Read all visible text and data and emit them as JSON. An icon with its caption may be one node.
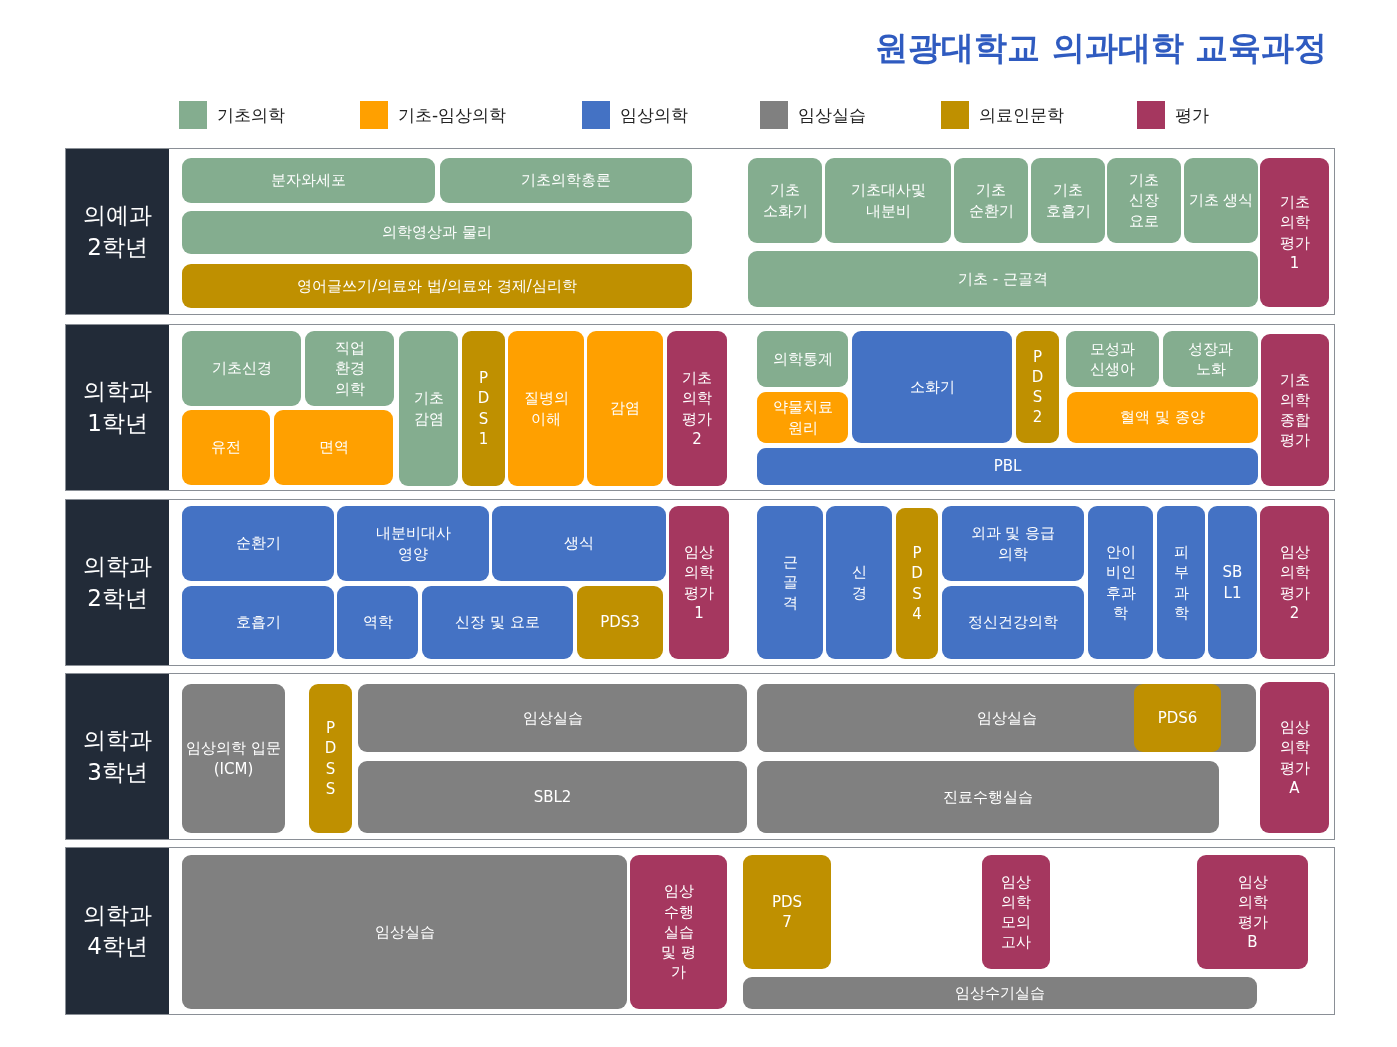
{
  "diagram": {
    "title": "원광대학교 의과대학 교육과정",
    "nodes": [
      {
        "text": [
          "의예과 2학년"
        ]
      },
      {
        "text": [
          "분자와세포"
        ],
        "in": 0
      },
      {
        "text": [
          "기초의학총론"
        ],
        "in": 0
      },
      {
        "text": [
          "의학영상과 물리"
        ],
        "in": 0
      },
      {
        "text": [
          "영어글쓰기/의료와 법/의료와 경제/심리학"
        ],
        "in": 0
      },
      {
        "text": [
          "기초 소화기"
        ],
        "in": 0
      },
      {
        "text": [
          "기초대사및 내분비"
        ],
        "in": 0
      },
      {
        "text": [
          "기초 순환기"
        ],
        "in": 0
      },
      {
        "text": [
          "기초 호흡기"
        ],
        "in": 0
      },
      {
        "text": [
          "기초 신장 요로"
        ],
        "in": 0
      },
      {
        "text": [
          "기초 생식"
        ],
        "in": 0
      },
      {
        "text": [
          "기초 - 근골격"
        ],
        "in": 0
      },
      {
        "text": [
          "기초 의학 평가 1"
        ],
        "in": 0
      },
      {
        "text": [
          "의학과 1학년"
        ]
      },
      {
        "text": [
          "기초신경"
        ],
        "in": 13
      },
      {
        "text": [
          "직업 환경 의학"
        ],
        "in": 13
      },
      {
        "text": [
          "유전"
        ],
        "in": 13
      },
      {
        "text": [
          "면역"
        ],
        "in": 13
      },
      {
        "text": [
          "기초 감염"
        ],
        "in": 13
      },
      {
        "text": [
          "PDS1"
        ],
        "in": 13
      },
      {
        "text": [
          "질병의 이해"
        ],
        "in": 13
      },
      {
        "text": [
          "감염"
        ],
        "in": 13
      },
      {
        "text": [
          "기초 의학 평가 2"
        ],
        "in": 13
      },
      {
        "text": [
          "의학통계"
        ],
        "in": 13
      },
      {
        "text": [
          "약물치료 원리"
        ],
        "in": 13
      },
      {
        "text": [
          "소화기"
        ],
        "in": 13
      },
      {
        "text": [
          "PDS2"
        ],
        "in": 13
      },
      {
        "text": [
          "모성과 신생아"
        ],
        "in": 13
      },
      {
        "text": [
          "성장과 노화"
        ],
        "in": 13
      },
      {
        "text": [
          "혈액 및 종양"
        ],
        "in": 13
      },
      {
        "text": [
          "PBL"
        ],
        "in": 13
      },
      {
        "text": [
          "기초 의학 종합 평가"
        ],
        "in": 13
      },
      {
        "text": [
          "의학과 2학년"
        ]
      },
      {
        "text": [
          "순환기"
        ],
        "in": 32
      },
      {
        "text": [
          "내분비대사 영양"
        ],
        "in": 32
      },
      {
        "text": [
          "생식"
        ],
        "in": 32
      },
      {
        "text": [
          "호흡기"
        ],
        "in": 32
      },
      {
        "text": [
          "역학"
        ],
        "in": 32
      },
      {
        "text": [
          "신장 및 요로"
        ],
        "in": 32
      },
      {
        "text": [
          "PDS3"
        ],
        "in": 32
      },
      {
        "text": [
          "임상 의학 평가 1"
        ],
        "in": 32
      },
      {
        "text": [
          "근골격"
        ],
        "in": 32
      },
      {
        "text": [
          "신경"
        ],
        "in": 32
      },
      {
        "text": [
          "PDS4"
        ],
        "in": 32
      },
      {
        "text": [
          "외과 및 응급의학"
        ],
        "in": 32
      },
      {
        "text": [
          "정신건강의학"
        ],
        "in": 32
      },
      {
        "text": [
          "안이비인후과학"
        ],
        "in": 32
      },
      {
        "text": [
          "피부과학"
        ],
        "in": 32
      },
      {
        "text": [
          "SBL1"
        ],
        "in": 32
      },
      {
        "text": [
          "임상 의학 평가 2"
        ],
        "in": 32
      },
      {
        "text": [
          "의학과 3학년"
        ]
      },
      {
        "text": [
          "임상의학 입문 (ICM)"
        ],
        "in": 50
      },
      {
        "text": [
          "PDSS"
        ],
        "in": 50
      },
      {
        "text": [
          "임상실습"
        ],
        "in": 50
      },
      {
        "text": [
          "SBL2"
        ],
        "in": 50
      },
      {
        "text": [
          "임상실습"
        ],
        "in": 50
      },
      {
        "text": [
          "PDS6"
        ],
        "in": 55
      },
      {
        "text": [
          "진료수행실습"
        ],
        "in": 50
      },
      {
        "text": [
          "임상 의학 평가 A"
        ],
        "in": 50
      },
      {
        "text": [
          "의학과 4학년"
        ]
      },
      {
        "text": [
          "임상실습"
        ],
        "in": 59
      },
      {
        "text": [
          "임상 수행 실습 및 평가"
        ],
        "in": 59
      },
      {
        "text": [
          "PDS 7"
        ],
        "in": 59
      },
      {
        "text": [
          "임상 의학 모의 고사"
        ],
        "in": 59
      },
      {
        "text": [
          "임상 의학 평가 B"
        ],
        "in": 59
      },
      {
        "text": [
          "임상수기실습"
        ],
        "in": 59
      }
    ],
    "edges": [],
    "legend": [
      {
        "text": "기초의학",
        "color": "#84ad8f"
      },
      {
        "text": "기초-임상의학",
        "color": "#ffa000"
      },
      {
        "text": "임상의학",
        "color": "#4472c4"
      },
      {
        "text": "임상실습",
        "color": "#808080"
      },
      {
        "text": "의료인문학",
        "color": "#bf9000"
      },
      {
        "text": "평가",
        "color": "#a5375f"
      }
    ]
  }
}
